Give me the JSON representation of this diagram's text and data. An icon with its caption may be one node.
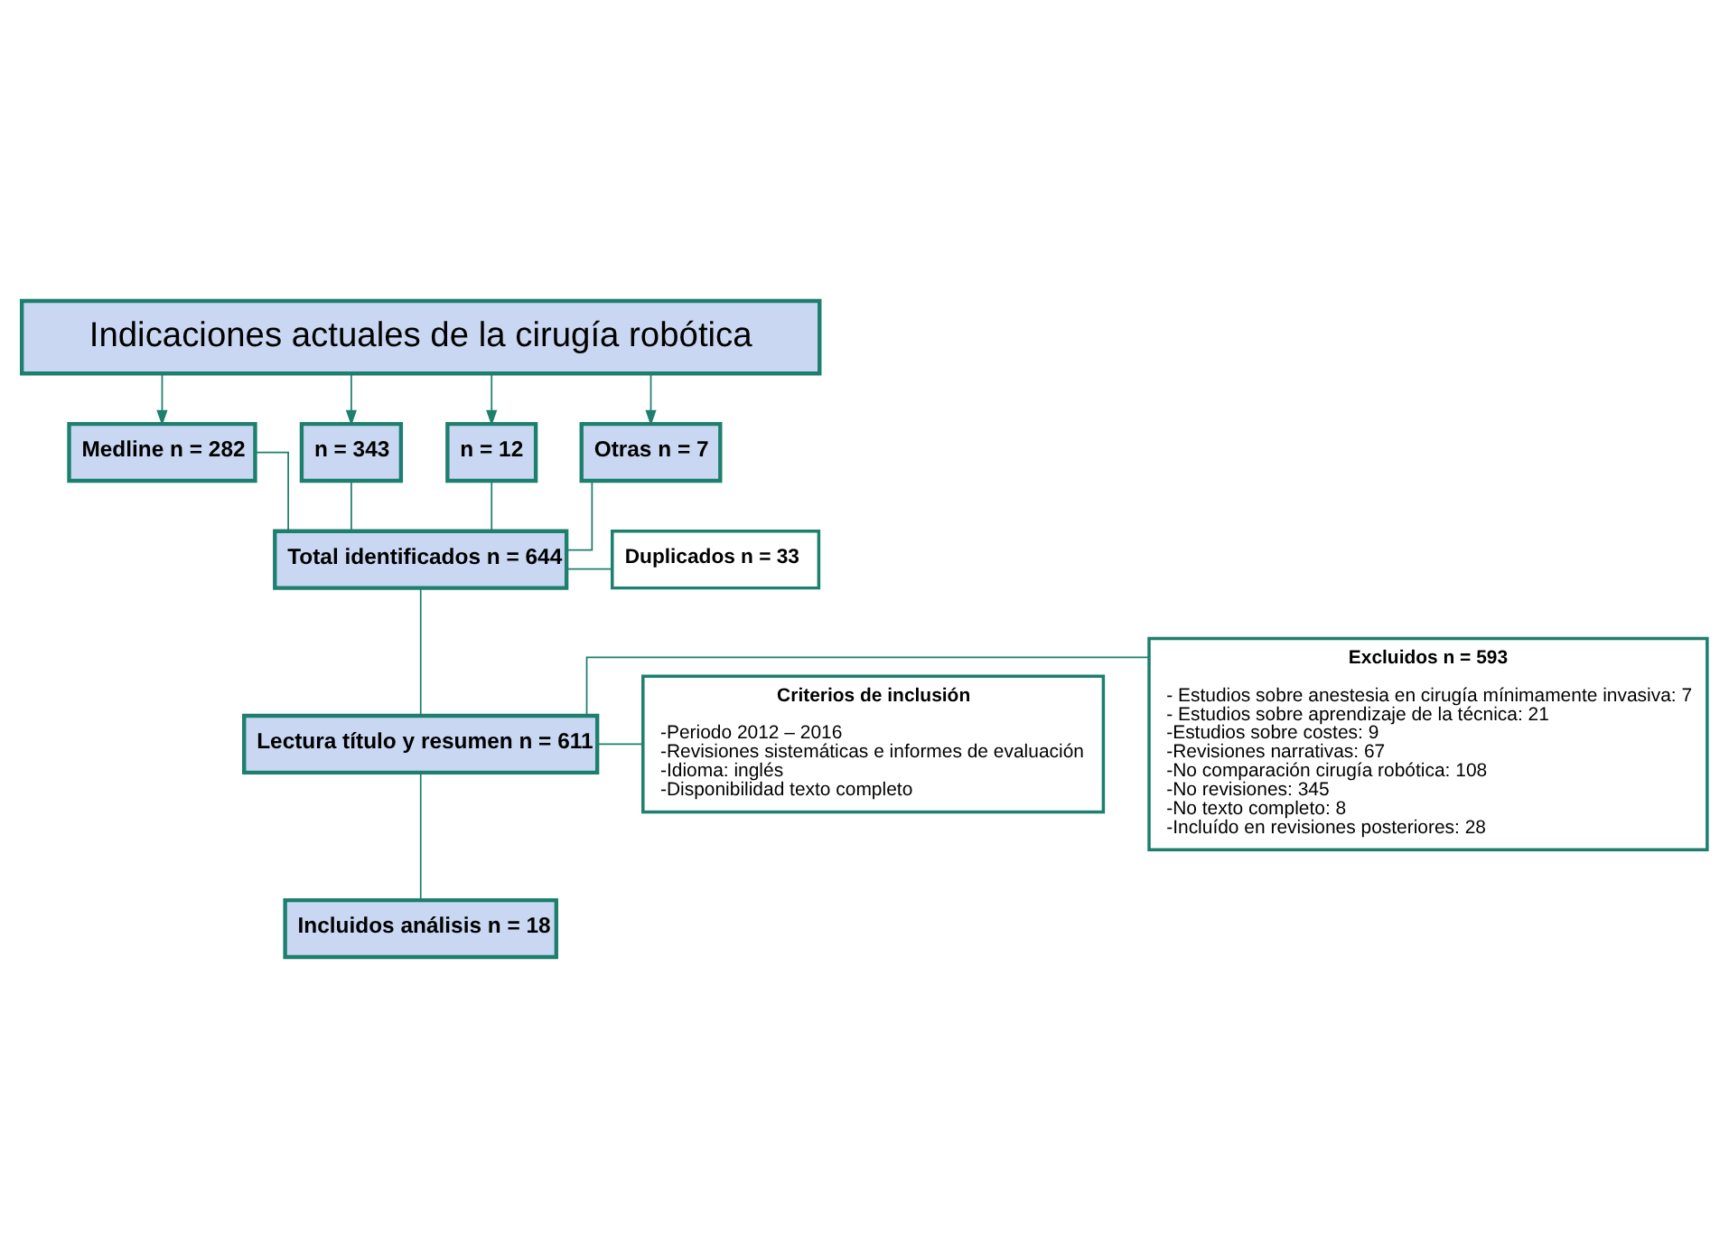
{
  "diagram": {
    "nodes": [
      {
        "text": [
          "Indicaciones actuales de la cirugía robótica"
        ]
      },
      {
        "text": [
          "Medline n = 282"
        ]
      },
      {
        "text": [
          "n = 343"
        ]
      },
      {
        "text": [
          "n = 12"
        ]
      },
      {
        "text": [
          "Otras n = 7"
        ]
      },
      {
        "text": [
          "Total identificados n = 644"
        ]
      },
      {
        "text": [
          "Duplicados n = 33"
        ]
      },
      {
        "text": [
          "Lectura título y resumen n = 611"
        ]
      },
      {
        "text": [
          "Excluidos n = 593",
          "- Estudios sobre anestesia en cirugía mínimamente invasiva: 7",
          "- Estudios sobre aprendizaje de la técnica: 21",
          "-Estudios sobre costes: 9",
          "-Revisiones narrativas: 67",
          "-No comparación cirugía robótica: 108",
          "-No revisiones: 345",
          "-No texto completo: 8",
          "-Incluído en revisiones posteriores: 28"
        ]
      },
      {
        "text": [
          "Criterios de inclusión",
          "-Periodo 2012 – 2016",
          "-Revisiones sistemáticas e informes de evaluación",
          "-Idioma: inglés",
          "-Disponibilidad texto completo"
        ]
      },
      {
        "text": [
          "Incluidos análisis n = 18"
        ]
      }
    ],
    "edges": [
      {
        "from": 0,
        "to": 1,
        "arrow": "to"
      },
      {
        "from": 0,
        "to": 2,
        "arrow": "to"
      },
      {
        "from": 0,
        "to": 3,
        "arrow": "to"
      },
      {
        "from": 0,
        "to": 4,
        "arrow": "to"
      },
      {
        "from": 1,
        "to": 5,
        "arrow": "none"
      },
      {
        "from": 2,
        "to": 5,
        "arrow": "none"
      },
      {
        "from": 3,
        "to": 5,
        "arrow": "none"
      },
      {
        "from": 4,
        "to": 5,
        "arrow": "none"
      },
      {
        "from": 5,
        "to": 6,
        "arrow": "none"
      },
      {
        "from": 5,
        "to": 7,
        "arrow": "none"
      },
      {
        "from": 7,
        "to": 8,
        "arrow": "none"
      },
      {
        "from": 7,
        "to": 9,
        "arrow": "none"
      },
      {
        "from": 7,
        "to": 10,
        "arrow": "none"
      }
    ]
  }
}
